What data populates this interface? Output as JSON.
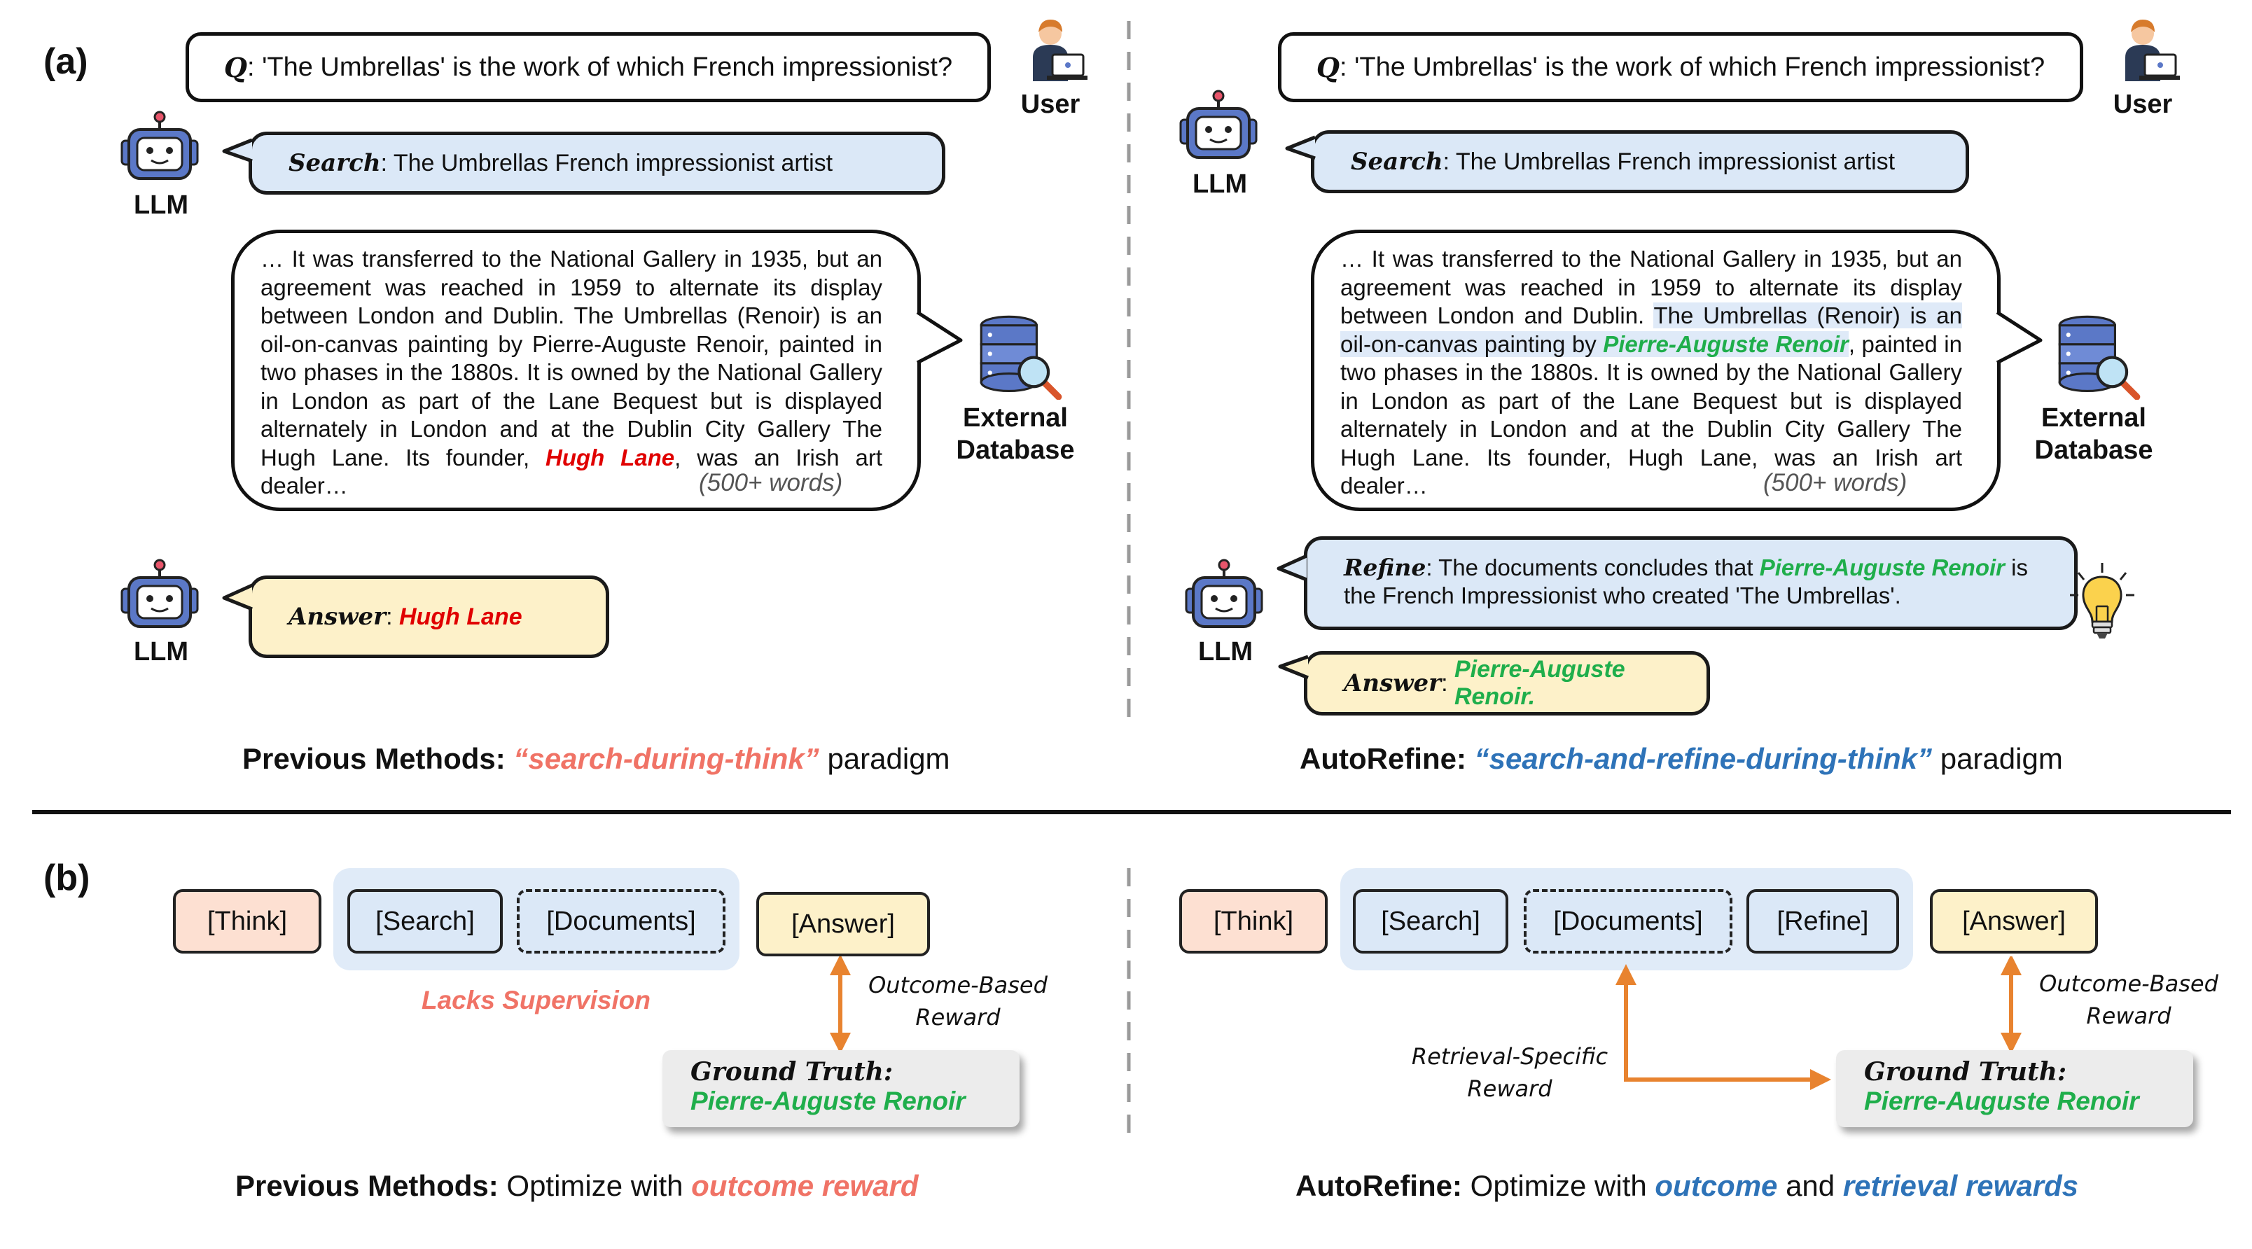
{
  "panel_a": {
    "label": "(a)",
    "question_prefix": "Q",
    "question_text": ": 'The Umbrellas' is the work of which French impressionist?",
    "user_label": "User",
    "llm_label": "LLM",
    "search_prefix": "Search",
    "search_text": ": The Umbrellas French impressionist artist",
    "db_label_line1": "External",
    "db_label_line2": "Database",
    "doc_words": "(500+ words)",
    "left": {
      "doc_part1": "… It was transferred to the National Gallery in 1935, but an agreement was reached in 1959 to alternate its display between London and Dublin. The Umbrellas (Renoir) is an oil-on-canvas painting by Pierre-Auguste Renoir, painted in two phases in the 1880s. It is owned by the National Gallery in London as part of the Lane Bequest but is displayed alternately in London and at the Dublin City Gallery The Hugh Lane. Its founder, ",
      "doc_highlight": "Hugh Lane",
      "doc_part2": ", was an Irish art dealer…",
      "answer_prefix": "Answer",
      "answer_value": "Hugh Lane",
      "paradigm_bold": "Previous Methods:",
      "paradigm_colored": "“search-during-think”",
      "paradigm_tail": " paradigm"
    },
    "right": {
      "doc_part1": "… It was transferred to the National Gallery in 1935, but an agreement was reached in 1959 to alternate its display between London and Dublin. ",
      "doc_hl1": "The Umbrellas (Renoir) is an oil-on-canvas painting by ",
      "doc_hl_name": "Pierre-Auguste Renoir",
      "doc_part2": ", painted in two phases in the 1880s. It is owned by the National Gallery in London as part of the Lane Bequest but is displayed alternately in London and at the Dublin City Gallery The Hugh Lane. Its founder, Hugh Lane, was an Irish art dealer…",
      "refine_prefix": "Refine",
      "refine_part1": ": The documents concludes that ",
      "refine_name": "Pierre-Auguste Renoir",
      "refine_part2": " is the French Impressionist who created 'The Umbrellas'.",
      "answer_prefix": "Answer",
      "answer_value": "Pierre-Auguste Renoir.",
      "paradigm_bold": "AutoRefine:",
      "paradigm_colored": "“search-and-refine-during-think”",
      "paradigm_tail": " paradigm"
    }
  },
  "panel_b": {
    "label": "(b)",
    "tokens": {
      "think": "[Think]",
      "search": "[Search]",
      "documents": "[Documents]",
      "refine": "[Refine]",
      "answer": "[Answer]"
    },
    "lacks_supervision": "Lacks Supervision",
    "outcome_reward_line1": "Outcome-Based",
    "outcome_reward_line2": "Reward",
    "retrieval_reward_line1": "Retrieval-Specific",
    "retrieval_reward_line2": "Reward",
    "ground_truth_title": "Ground Truth:",
    "ground_truth_value": "Pierre-Auguste Renoir",
    "left_caption_bold": "Previous Methods:",
    "left_caption_plain": " Optimize with ",
    "left_caption_colored": "outcome reward",
    "right_caption_bold": "AutoRefine:",
    "right_caption_plain1": " Optimize with ",
    "right_caption_colored1": "outcome",
    "right_caption_plain2": " and ",
    "right_caption_colored2": "retrieval rewards"
  },
  "colors": {
    "bubble_blue": "#dbe8f7",
    "bubble_yellow": "#fdf1c9",
    "think_fill": "#fde0d2",
    "arrow_orange": "#e8832f",
    "highlight_green": "#1fae4b",
    "highlight_red": "#e00000",
    "caption_salmon": "#f07366",
    "caption_blue": "#2e73b8"
  },
  "icons": [
    "user-icon",
    "robot-icon",
    "database-icon",
    "lightbulb-icon"
  ]
}
